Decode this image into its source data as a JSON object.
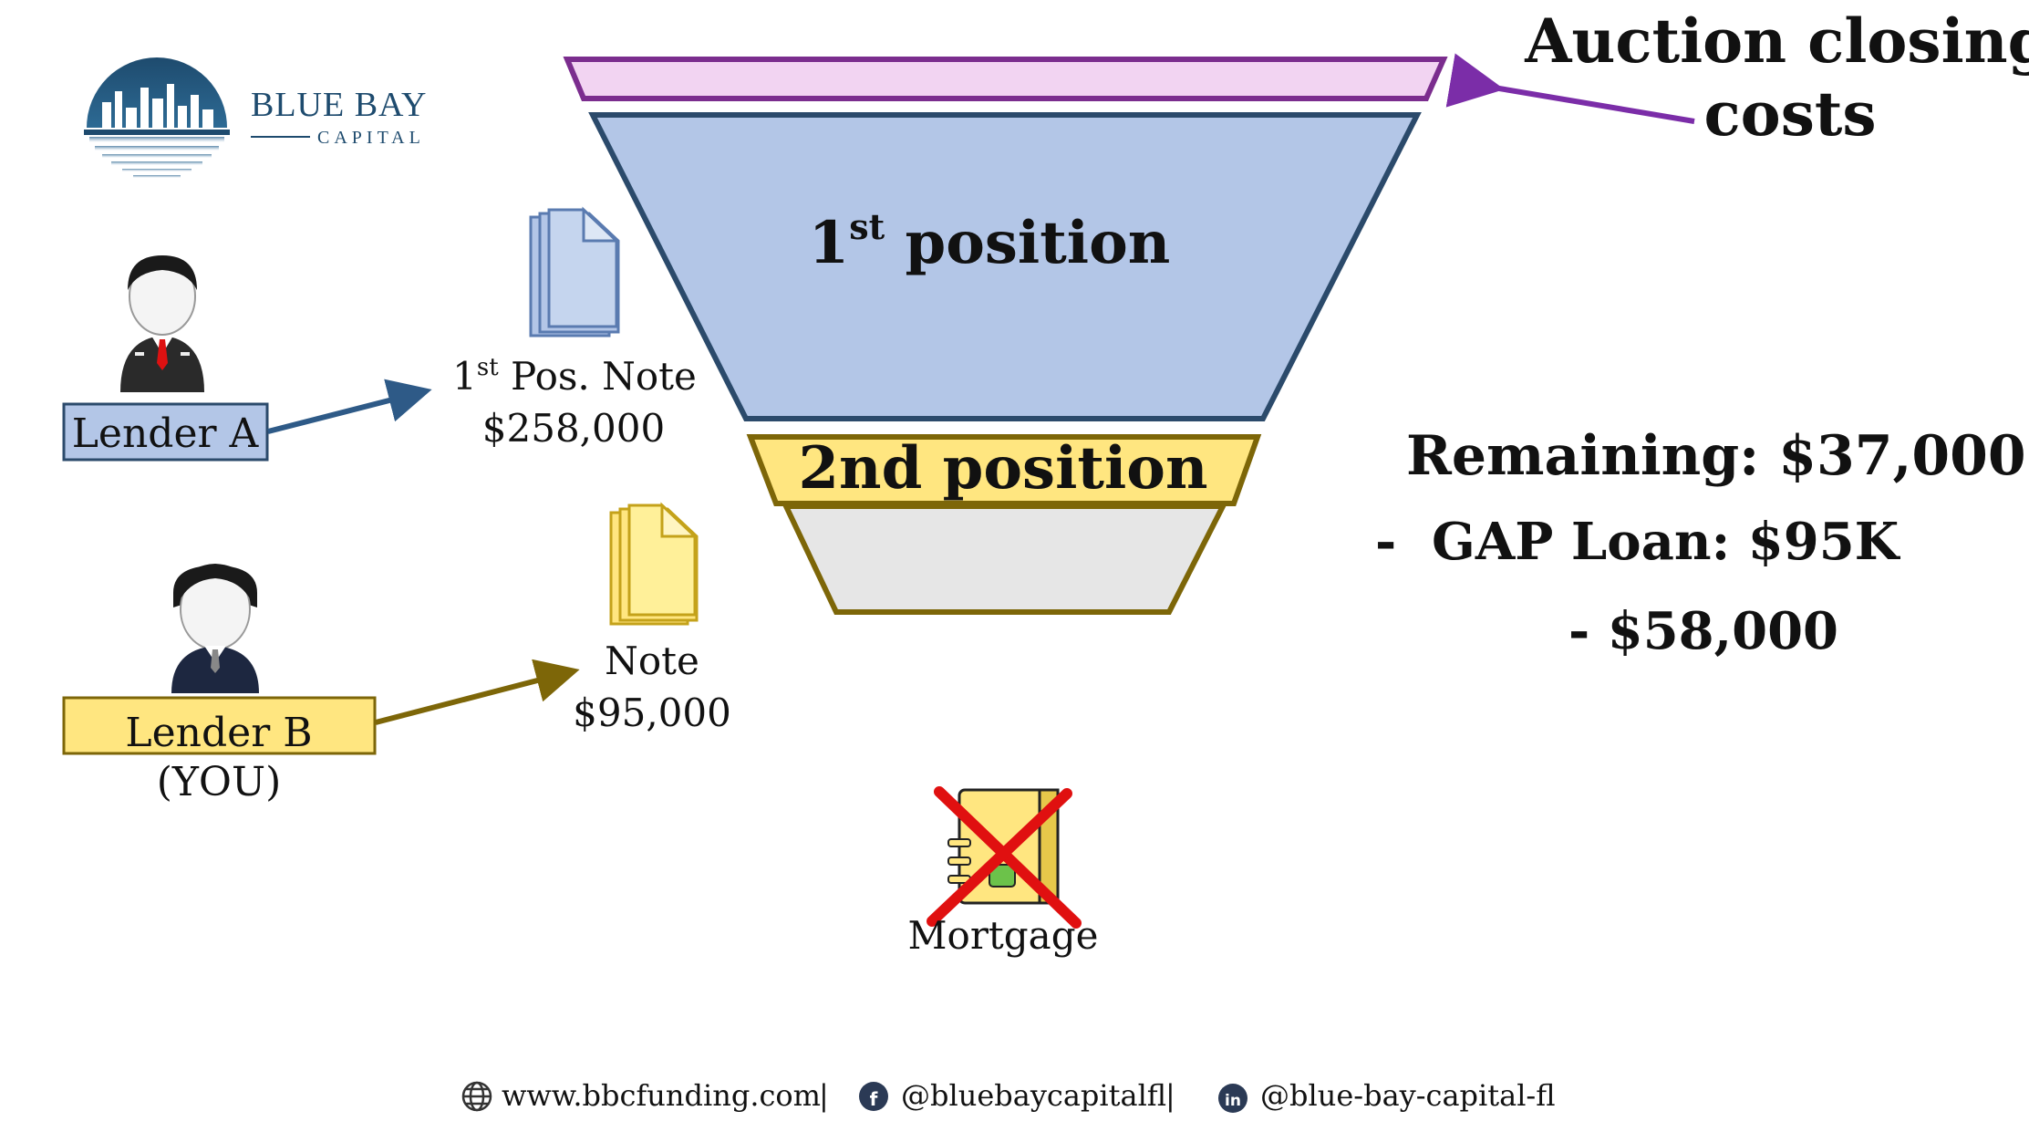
{
  "logo": {
    "line1": "BLUE BAY",
    "line2": "CAPITAL"
  },
  "funnel": {
    "closing_label_line1": "Auction closing",
    "closing_label_line2": "costs",
    "first_position_sup": "st",
    "first_position_num": "1",
    "first_position_text": " position",
    "second_position": "2nd position"
  },
  "lender_a": {
    "label": "Lender A",
    "note_num": "1",
    "note_sup": "st",
    "note_title": " Pos. Note",
    "note_amount": "$258,000"
  },
  "lender_b": {
    "label": "Lender B",
    "sublabel": "(YOU)",
    "note_title": "Note",
    "note_amount": "$95,000"
  },
  "mortgage": {
    "label": "Mortgage"
  },
  "summary": {
    "remaining": "Remaining: $37,000",
    "gap_dash": "-",
    "gap_loan": "GAP Loan: $95K",
    "loss": "- $58,000"
  },
  "footer": {
    "website": "www.bbcfunding.com",
    "separator": "|",
    "facebook": "@bluebaycapitalfl",
    "linkedin": "@blue-bay-capital-fl"
  },
  "colors": {
    "closing_fill": "#f2d4f2",
    "closing_stroke": "#7b2d8e",
    "first_fill": "#b3c6e7",
    "first_stroke": "#2b4a6b",
    "second_fill": "#ffe680",
    "second_stroke": "#7d6608",
    "empty_fill": "#e6e6e6",
    "arrow_a": "#2e5a87",
    "arrow_b": "#7d6608",
    "gap_loan": "#7d6608",
    "loss": "#e01010",
    "purple_arrow": "#7b2da8"
  }
}
